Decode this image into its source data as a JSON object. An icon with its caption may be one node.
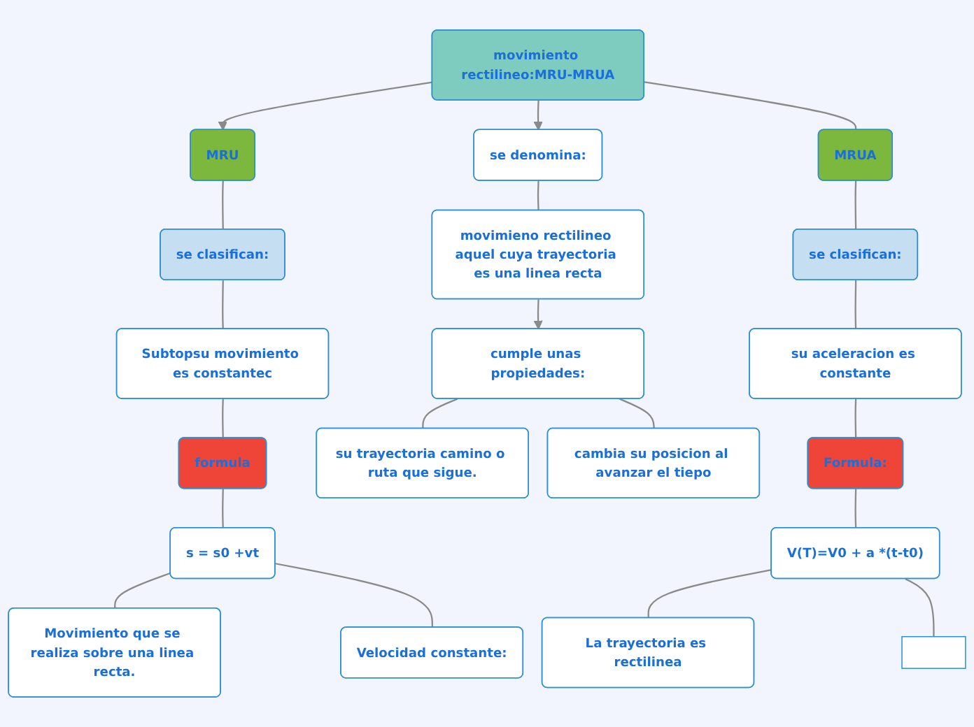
{
  "diagram": {
    "nodes": [
      {
        "text": [
          "movimiento rectilineo:MRU-MRUA"
        ]
      },
      {
        "text": [
          "MRU"
        ]
      },
      {
        "text": [
          "se clasifican:"
        ]
      },
      {
        "text": [
          "Subtopsu movimiento es constantec"
        ]
      },
      {
        "text": [
          "formula"
        ]
      },
      {
        "text": [
          "s = s0 +vt"
        ]
      },
      {
        "text": [
          "Movimiento que se realiza sobre una linea recta."
        ]
      },
      {
        "text": [
          "Velocidad constante:"
        ]
      },
      {
        "text": [
          "se denomina:"
        ]
      },
      {
        "text": [
          "movimieno rectilineo aquel cuya trayectoria es una linea recta"
        ]
      },
      {
        "text": [
          "cumple unas propiedades:"
        ]
      },
      {
        "text": [
          "su trayectoria camino o ruta que sigue."
        ]
      },
      {
        "text": [
          "cambia su posicion al avanzar el tiepo"
        ]
      },
      {
        "text": [
          "MRUA"
        ]
      },
      {
        "text": [
          "se clasifican:"
        ]
      },
      {
        "text": [
          "su aceleracion es constante"
        ]
      },
      {
        "text": [
          "Formula:"
        ]
      },
      {
        "text": [
          "V(T)=V0 + a *(t-t0)"
        ]
      },
      {
        "text": [
          "La trayectoria es rectilinea"
        ]
      },
      {
        "text": [],
        "shape": "box"
      }
    ],
    "edges": [
      {
        "from": 0,
        "to": 1,
        "arrow": "to"
      },
      {
        "from": 1,
        "to": 2,
        "arrow": "none"
      },
      {
        "from": 2,
        "to": 3,
        "arrow": "none"
      },
      {
        "from": 3,
        "to": 4,
        "arrow": "none"
      },
      {
        "from": 4,
        "to": 5,
        "arrow": "none"
      },
      {
        "from": 5,
        "to": 6,
        "arrow": "none"
      },
      {
        "from": 5,
        "to": 7,
        "arrow": "none"
      },
      {
        "from": 0,
        "to": 8,
        "arrow": "to"
      },
      {
        "from": 8,
        "to": 9,
        "arrow": "none"
      },
      {
        "from": 9,
        "to": 10,
        "arrow": "to"
      },
      {
        "from": 10,
        "to": 11,
        "arrow": "none"
      },
      {
        "from": 10,
        "to": 12,
        "arrow": "none"
      },
      {
        "from": 0,
        "to": 13,
        "arrow": "none"
      },
      {
        "from": 13,
        "to": 14,
        "arrow": "none"
      },
      {
        "from": 14,
        "to": 15,
        "arrow": "none"
      },
      {
        "from": 15,
        "to": 16,
        "arrow": "none"
      },
      {
        "from": 16,
        "to": 17,
        "arrow": "none"
      },
      {
        "from": 17,
        "to": 18,
        "arrow": "none"
      },
      {
        "from": 17,
        "to": 19,
        "arrow": "none"
      }
    ]
  }
}
